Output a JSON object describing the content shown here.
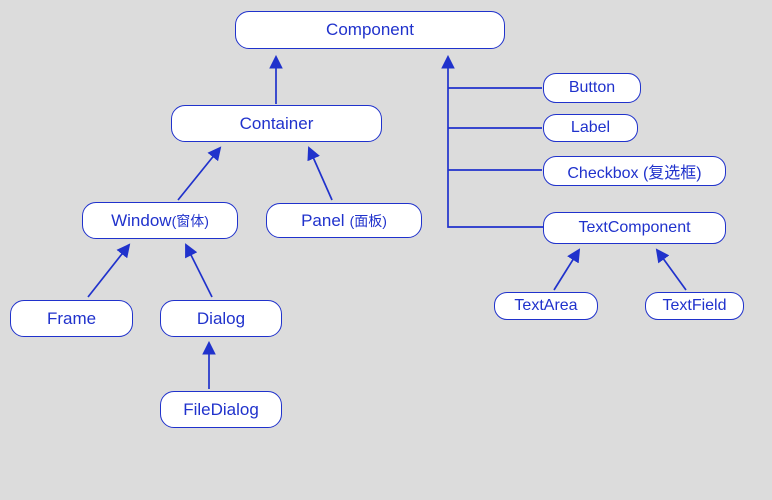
{
  "colors": {
    "background": "#dcdcdc",
    "line": "#2032cc",
    "text": "#2032cc",
    "box": "#ffffff"
  },
  "nodes": {
    "component": {
      "label": "Component"
    },
    "container": {
      "label": "Container"
    },
    "window": {
      "label": "Window",
      "suffix": "(窗体)"
    },
    "panel": {
      "label": "Panel",
      "suffix": "(面板)"
    },
    "frame": {
      "label": "Frame"
    },
    "dialog": {
      "label": "Dialog"
    },
    "filedialog": {
      "label": "FileDialog"
    },
    "button": {
      "label": "Button"
    },
    "label": {
      "label": "Label"
    },
    "checkbox": {
      "label": "Checkbox (复选框)"
    },
    "textcomponent": {
      "label": "TextComponent"
    },
    "textarea": {
      "label": "TextArea"
    },
    "textfield": {
      "label": "TextField"
    }
  },
  "edges": [
    {
      "from": "Container",
      "to": "Component"
    },
    {
      "from": "Window",
      "to": "Container"
    },
    {
      "from": "Panel",
      "to": "Container"
    },
    {
      "from": "Frame",
      "to": "Window"
    },
    {
      "from": "Dialog",
      "to": "Window"
    },
    {
      "from": "FileDialog",
      "to": "Dialog"
    },
    {
      "from": "Button",
      "to": "Component"
    },
    {
      "from": "Label",
      "to": "Component"
    },
    {
      "from": "Checkbox",
      "to": "Component"
    },
    {
      "from": "TextComponent",
      "to": "Component"
    },
    {
      "from": "TextArea",
      "to": "TextComponent"
    },
    {
      "from": "TextField",
      "to": "TextComponent"
    }
  ]
}
